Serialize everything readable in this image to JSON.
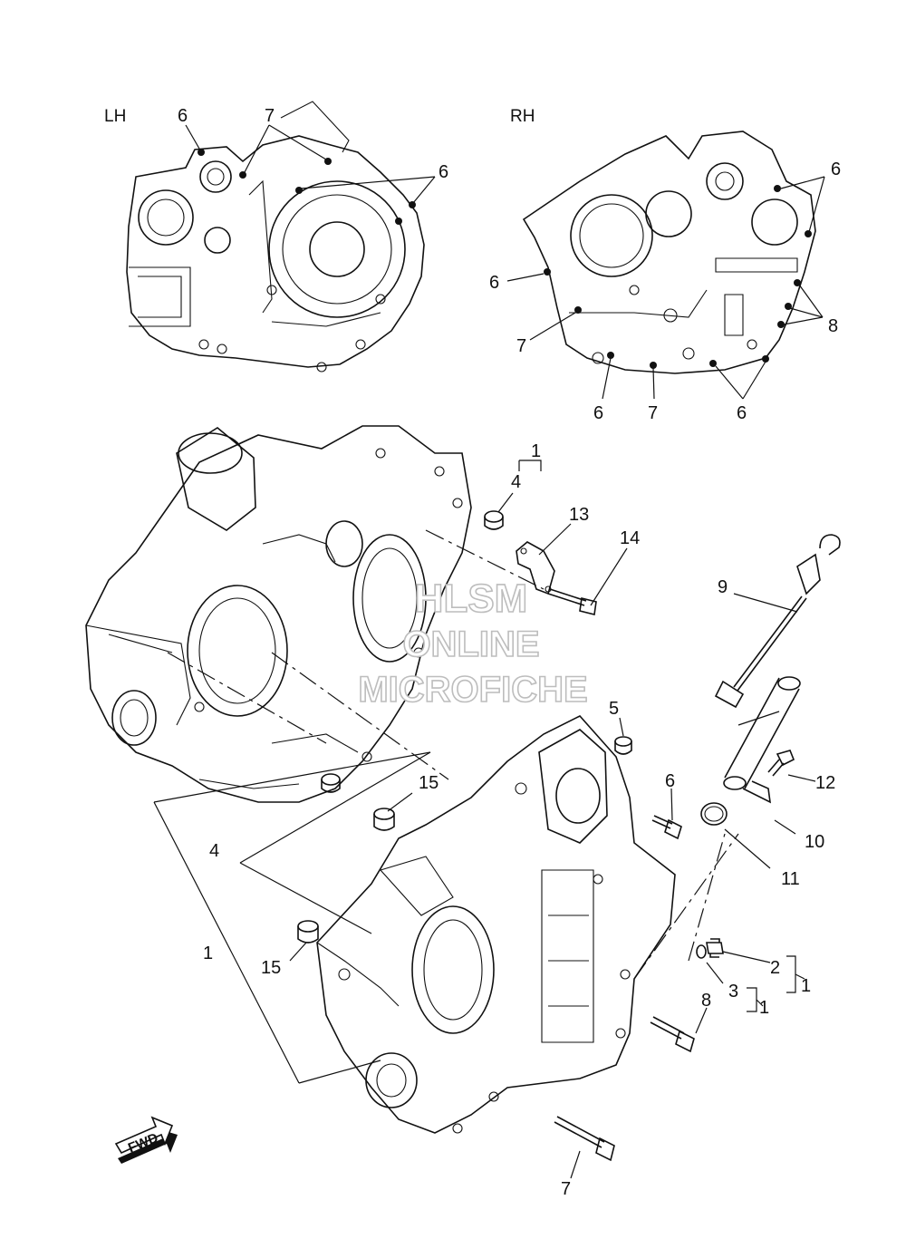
{
  "views": {
    "left_label": "LH",
    "right_label": "RH"
  },
  "callouts": {
    "lh_6a": "6",
    "lh_7": "7",
    "lh_6b": "6",
    "rh_6a": "6",
    "rh_6b": "6",
    "rh_8": "8",
    "rh_7a": "7",
    "rh_6c": "6",
    "rh_7b": "7",
    "rh_6d": "6",
    "main_1a": "1",
    "main_4a": "4",
    "main_13": "13",
    "main_14": "14",
    "main_9": "9",
    "main_5": "5",
    "main_6": "6",
    "main_12": "12",
    "main_15a": "15",
    "main_10": "10",
    "main_4b": "4",
    "main_11": "11",
    "main_1b": "1",
    "main_2": "2",
    "main_1c": "1",
    "main_15b": "15",
    "main_3": "3",
    "main_1d": "1",
    "main_8": "8",
    "main_7": "7"
  },
  "watermark": {
    "line1": "HLSM",
    "line2": "ONLINE",
    "line3": "MICROFICHE"
  },
  "fwd_badge": "FWD"
}
